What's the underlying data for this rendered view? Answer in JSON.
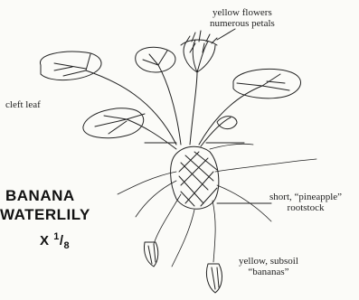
{
  "labels": {
    "flowers_line1": "yellow flowers",
    "flowers_line2": "numerous petals",
    "cleft_leaf": "cleft leaf",
    "rootstock_line1": "short, “pineapple”",
    "rootstock_line2": "rootstock",
    "bananas_line1": "yellow, subsoil",
    "bananas_line2": "“bananas”"
  },
  "title": {
    "line1": "BANANA",
    "line2": "WATERLILY",
    "scale_prefix": "X ",
    "scale_num": "1",
    "scale_den": "8"
  }
}
